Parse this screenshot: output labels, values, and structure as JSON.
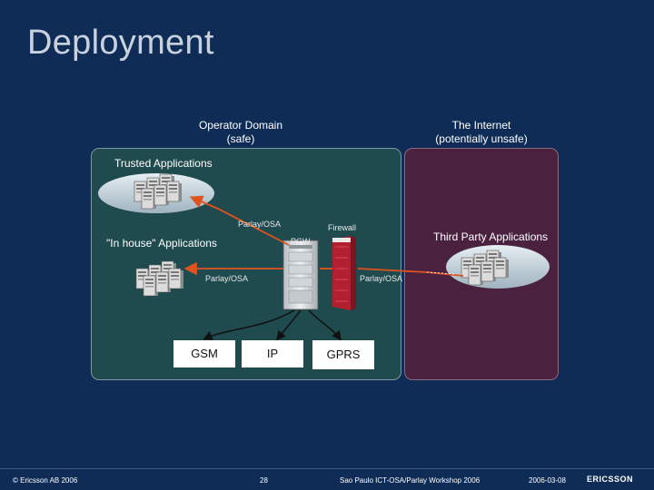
{
  "slide": {
    "title": "Deployment",
    "operator_heading_line1": "Operator Domain",
    "operator_heading_line2": "(safe)",
    "internet_heading_line1": "The Internet",
    "internet_heading_line2": "(potentially unsafe)"
  },
  "diagram": {
    "trusted_apps": "Trusted Applications",
    "inhouse_apps": "\"In house\" Applications",
    "third_party_apps": "Third Party Applications",
    "parlay_osa_1": "Parlay/OSA",
    "parlay_osa_2": "Parlay/OSA",
    "parlay_osa_3": "Parlay/OSA",
    "firewall": "Firewall",
    "pgw": "PGW",
    "networks": [
      "GSM",
      "IP",
      "GPRS"
    ]
  },
  "footer": {
    "copyright": "© Ericsson AB 2006",
    "page": "28",
    "event": "Sao Paulo ICT-OSA/Parlay Workshop 2006",
    "date": "2006-03-08",
    "logo": "ERICSSON"
  },
  "colors": {
    "background": "#0e2c55",
    "operator_domain": "#1f4a4e",
    "internet_zone": "#4a2240",
    "arrow": "#e0531f",
    "firewall": "#c8283a"
  }
}
